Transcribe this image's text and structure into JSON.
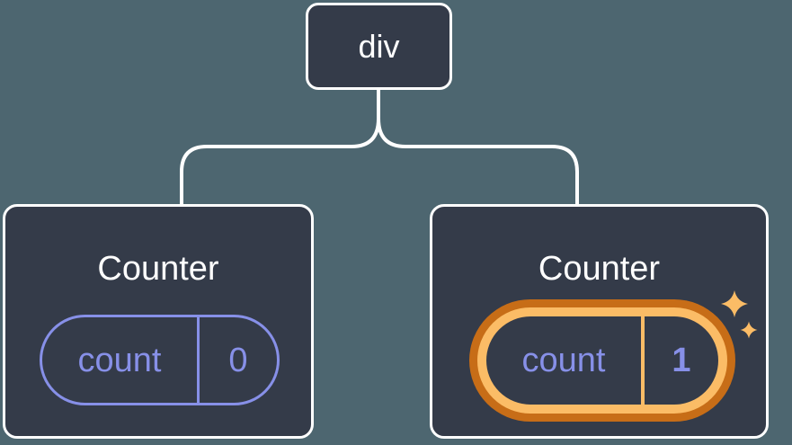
{
  "colors": {
    "background": "#4D6670",
    "card_fill": "#343B49",
    "card_border": "#FFFFFF",
    "connector": "#FFFFFF",
    "state_accent": "#8790E8",
    "highlight_ring_light": "#FBBC66",
    "highlight_ring_dark": "#C76D17"
  },
  "tree": {
    "root": {
      "label": "div"
    },
    "children": [
      {
        "title": "Counter",
        "state_key": "count",
        "state_value": "0",
        "highlighted": false
      },
      {
        "title": "Counter",
        "state_key": "count",
        "state_value": "1",
        "highlighted": true
      }
    ]
  },
  "icons": {
    "sparkle": "four-point-star"
  }
}
